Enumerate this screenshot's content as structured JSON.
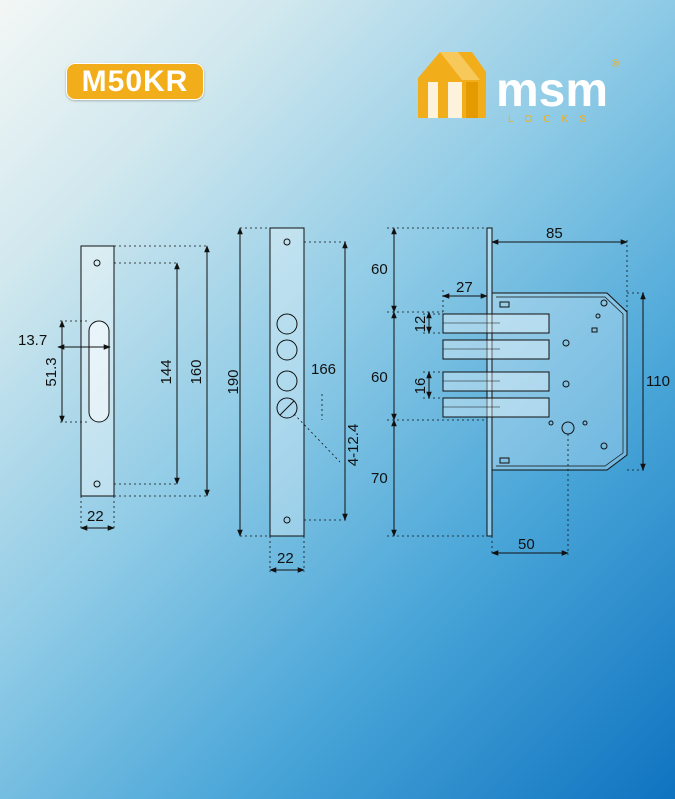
{
  "model": "M50KR",
  "brand": {
    "name": "msm",
    "sub": "LOCKS",
    "mark": "®"
  },
  "dims": {
    "strike_width_top": "13.7",
    "strike_slot_height": "51.3",
    "strike_holes_spacing": "144",
    "strike_height": "160",
    "strike_width": "22",
    "faceplate_height": "190",
    "faceplate_holes_spacing": "166",
    "faceplate_holes": "4-12.4",
    "faceplate_width": "22",
    "top_offset": "60",
    "middle_offset": "60",
    "bottom_offset": "70",
    "bolt_throw": "27",
    "bolt_height": "12",
    "bolt_gap": "16",
    "case_depth": "85",
    "case_height": "110",
    "backset": "50"
  }
}
